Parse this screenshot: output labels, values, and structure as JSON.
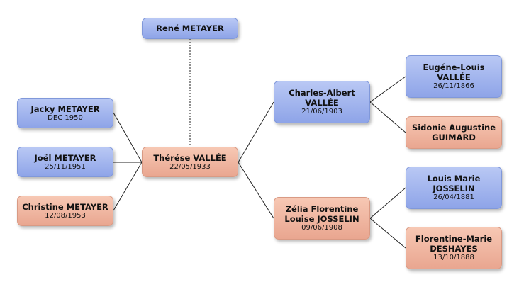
{
  "colors": {
    "male": "#9aaeea",
    "female": "#eeb39d",
    "line": "#222222",
    "dotted": "#555555"
  },
  "people": {
    "rene": {
      "name": [
        "René METAYER"
      ],
      "date": ""
    },
    "jacky": {
      "name": [
        "Jacky METAYER"
      ],
      "date": "DEC 1950"
    },
    "joel": {
      "name": [
        "Joël METAYER"
      ],
      "date": "25/11/1951"
    },
    "christine": {
      "name": [
        "Christine METAYER"
      ],
      "date": "12/08/1953"
    },
    "therese": {
      "name": [
        "Thérése VALLÉE"
      ],
      "date": "22/05/1933"
    },
    "charles": {
      "name": [
        "Charles-Albert",
        "VALLÉE"
      ],
      "date": "21/06/1903"
    },
    "zelia": {
      "name": [
        "Zélia Florentine",
        "Louise JOSSELIN"
      ],
      "date": "09/06/1908"
    },
    "eugene": {
      "name": [
        "Eugéne-Louis",
        "VALLÉE"
      ],
      "date": "26/11/1866"
    },
    "sidonie": {
      "name": [
        "Sidonie Augustine",
        "GUIMARD"
      ],
      "date": ""
    },
    "louis": {
      "name": [
        "Louis Marie",
        "JOSSELIN"
      ],
      "date": "26/04/1881"
    },
    "florentine": {
      "name": [
        "Florentine-Marie",
        "DESHAYES"
      ],
      "date": "13/10/1888"
    }
  }
}
